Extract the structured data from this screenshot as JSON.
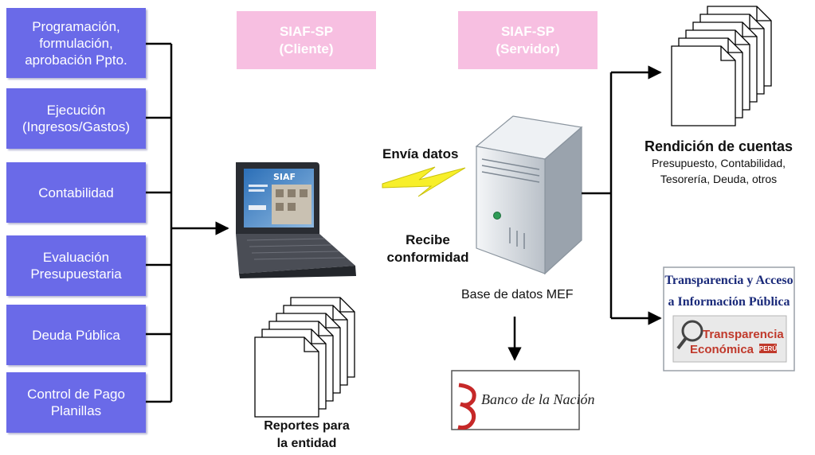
{
  "modules": [
    {
      "lines": [
        "Programación,",
        "formulación,",
        "aprobación Ppto."
      ]
    },
    {
      "lines": [
        "Ejecución",
        "(Ingresos/Gastos)"
      ]
    },
    {
      "lines": [
        "Contabilidad"
      ]
    },
    {
      "lines": [
        "Evaluación",
        "Presupuestaria"
      ]
    },
    {
      "lines": [
        "Deuda Pública"
      ]
    },
    {
      "lines": [
        "Control de Pago",
        "Planillas"
      ]
    }
  ],
  "client_box": {
    "line1": "SIAF-SP",
    "line2": "(Cliente)"
  },
  "server_box": {
    "line1": "SIAF-SP",
    "line2": "(Servidor)"
  },
  "laptop": {
    "screen_text": "SIAF"
  },
  "link": {
    "send_label": "Envía datos",
    "receive_line1": "Recibe",
    "receive_line2": "conformidad"
  },
  "reports": {
    "line1": "Reportes para",
    "line2": "la entidad"
  },
  "database_label": "Base de datos MEF",
  "bank_label": "Banco de la Nación",
  "accounts": {
    "title": "Rendición de cuentas",
    "line1": "Presupuesto, Contabilidad,",
    "line2": "Tesorería, Deuda,  otros"
  },
  "transparency": {
    "title_line1": "Transparencia y Acceso",
    "title_line2": "a Información Pública",
    "logo_line1": "Transparencia",
    "logo_line2": "Económica",
    "badge": "PERÚ"
  },
  "colors": {
    "module_fill": "#6a6ae8",
    "pink_box": "#f7bfe1",
    "connector": "#000000",
    "transparency_title": "#1a2a7a",
    "transparency_logo_text": "#c0392b",
    "bank_red": "#c62828"
  }
}
